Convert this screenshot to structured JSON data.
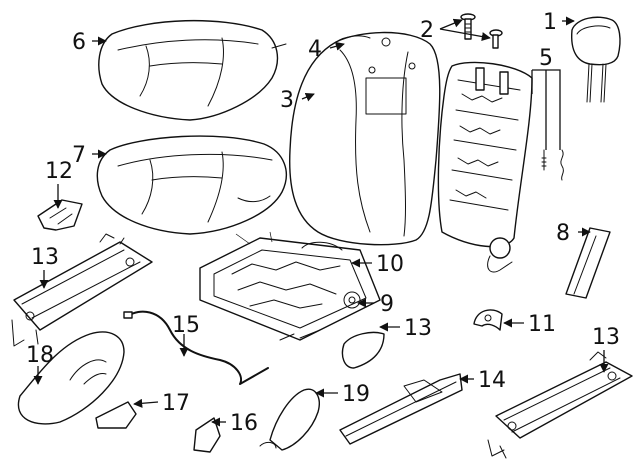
{
  "callouts": [
    {
      "id": "c1",
      "label": "1"
    },
    {
      "id": "c2",
      "label": "2"
    },
    {
      "id": "c3",
      "label": "3"
    },
    {
      "id": "c4",
      "label": "4"
    },
    {
      "id": "c5",
      "label": "5"
    },
    {
      "id": "c6",
      "label": "6"
    },
    {
      "id": "c7",
      "label": "7"
    },
    {
      "id": "c8",
      "label": "8"
    },
    {
      "id": "c9",
      "label": "9"
    },
    {
      "id": "c10",
      "label": "10"
    },
    {
      "id": "c11",
      "label": "11"
    },
    {
      "id": "c12",
      "label": "12"
    },
    {
      "id": "c13a",
      "label": "13"
    },
    {
      "id": "c13b",
      "label": "13"
    },
    {
      "id": "c13c",
      "label": "13"
    },
    {
      "id": "c14",
      "label": "14"
    },
    {
      "id": "c15",
      "label": "15"
    },
    {
      "id": "c16",
      "label": "16"
    },
    {
      "id": "c17",
      "label": "17"
    },
    {
      "id": "c18",
      "label": "18"
    },
    {
      "id": "c19",
      "label": "19"
    }
  ]
}
